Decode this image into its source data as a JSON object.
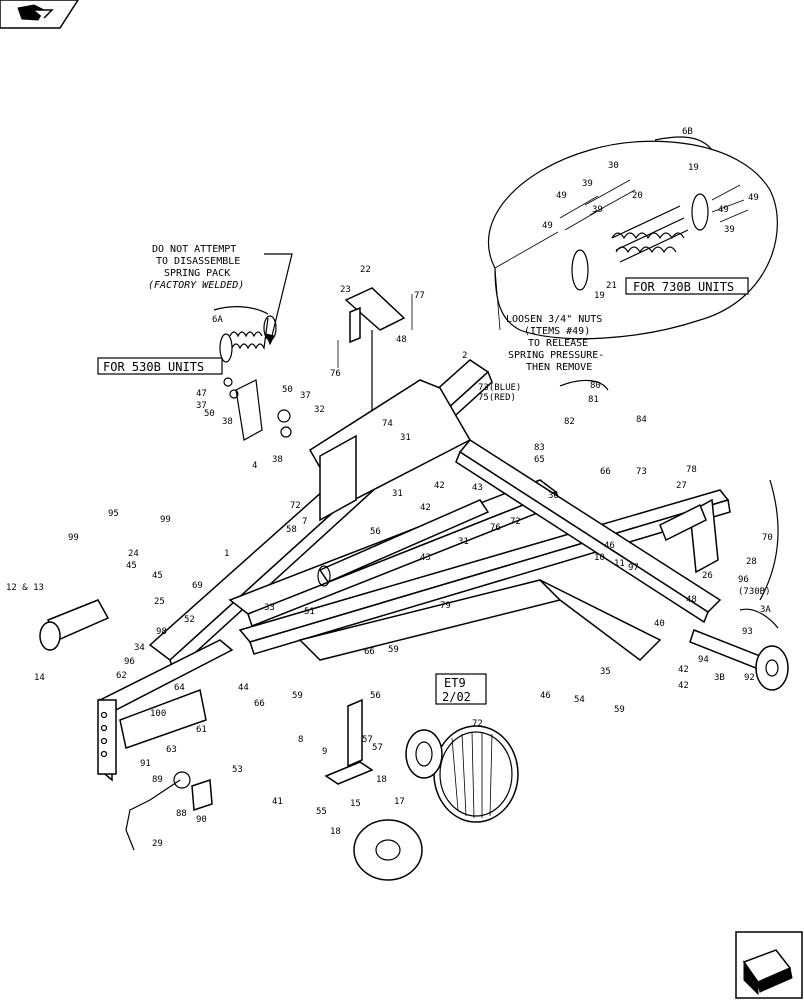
{
  "nav": {
    "top_left_icon": "book-open-icon",
    "bottom_right_icon": "next-page-arrow-icon"
  },
  "labels": {
    "unit_530b": "FOR 530B UNITS",
    "unit_730b": "FOR 730B UNITS"
  },
  "notes": {
    "warning_lines": [
      "DO NOT ATTEMPT",
      "TO DISASSEMBLE",
      "SPRING PACK",
      "(FACTORY WELDED)"
    ],
    "loosen_lines": [
      "LOOSEN 3/4\" NUTS",
      "(ITEMS #49)",
      "TO RELEASE",
      "SPRING PRESSURE-",
      "THEN REMOVE"
    ]
  },
  "stamp": {
    "line1": "ET9",
    "line2": "2/02"
  },
  "callouts": [
    "6B",
    "30",
    "19",
    "39",
    "49",
    "20",
    "49",
    "49",
    "39",
    "49",
    "39",
    "21",
    "19",
    "22",
    "77",
    "23",
    "48",
    "76",
    "6A",
    "2",
    "73(BLUE)",
    "75(RED)",
    "80",
    "81",
    "84",
    "82",
    "83",
    "65",
    "66",
    "73",
    "78",
    "47",
    "37",
    "50",
    "50",
    "37",
    "32",
    "38",
    "38",
    "4",
    "74",
    "31",
    "42",
    "43",
    "27",
    "36",
    "70",
    "72",
    "7",
    "31",
    "42",
    "43",
    "28",
    "76",
    "72",
    "46",
    "97",
    "96",
    "(730B)",
    "26",
    "48",
    "3A",
    "93",
    "95",
    "99",
    "99",
    "24",
    "45",
    "45",
    "31",
    "10",
    "11",
    "1",
    "12 & 13",
    "25",
    "69",
    "58",
    "56",
    "57",
    "79",
    "40",
    "94",
    "42",
    "42",
    "3B",
    "92",
    "52",
    "33",
    "51",
    "98",
    "34",
    "96",
    "62",
    "64",
    "44",
    "59",
    "66",
    "59",
    "35",
    "54",
    "46",
    "59",
    "14",
    "66",
    "100",
    "61",
    "63",
    "91",
    "89",
    "88",
    "90",
    "29",
    "8",
    "9",
    "56",
    "57",
    "53",
    "41",
    "55",
    "72",
    "18",
    "15",
    "17",
    "18"
  ]
}
